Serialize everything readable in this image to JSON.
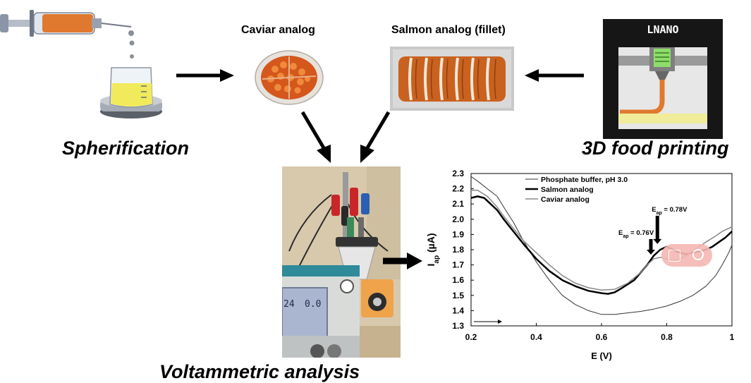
{
  "labels": {
    "spherification": "Spherification",
    "caviar": "Caviar analog",
    "salmon": "Salmon analog (fillet)",
    "printing": "3D food printing",
    "voltammetric": "Voltammetric analysis",
    "printer_brand": "LNANO",
    "display_left": "24",
    "display_right": "0.0"
  },
  "chart_data": {
    "type": "line",
    "xlabel": "E (V)",
    "ylabel_main": "I",
    "ylabel_sub": "ap",
    "ylabel_unit": "(µA)",
    "xlim": [
      0.2,
      1.0
    ],
    "ylim": [
      1.3,
      2.3
    ],
    "xticks": [
      "0.2",
      "0.4",
      "0.6",
      "0.8",
      "1"
    ],
    "yticks": [
      "1.3",
      "1.4",
      "1.5",
      "1.6",
      "1.7",
      "1.8",
      "1.9",
      "2.0",
      "2.1",
      "2.2",
      "2.3"
    ],
    "series": [
      {
        "name": "Phosphate buffer, pH 3.0",
        "color": "#333333",
        "width": 1,
        "x": [
          0.2,
          0.22,
          0.25,
          0.28,
          0.3,
          0.33,
          0.36,
          0.4,
          0.44,
          0.48,
          0.52,
          0.56,
          0.6,
          0.64,
          0.68,
          0.72,
          0.76,
          0.8,
          0.84,
          0.88,
          0.92,
          0.95,
          0.97,
          0.99,
          1.0
        ],
        "y": [
          2.28,
          2.25,
          2.2,
          2.15,
          2.08,
          1.98,
          1.86,
          1.72,
          1.6,
          1.5,
          1.44,
          1.4,
          1.375,
          1.375,
          1.385,
          1.395,
          1.41,
          1.43,
          1.46,
          1.5,
          1.56,
          1.63,
          1.7,
          1.78,
          1.83
        ]
      },
      {
        "name": "Salmon analog",
        "color": "#000000",
        "width": 2.5,
        "x": [
          0.2,
          0.22,
          0.24,
          0.26,
          0.28,
          0.3,
          0.33,
          0.36,
          0.4,
          0.44,
          0.48,
          0.52,
          0.56,
          0.6,
          0.62,
          0.64,
          0.66,
          0.7,
          0.72,
          0.74,
          0.76,
          0.78,
          0.8,
          0.82,
          0.84,
          0.86,
          0.88,
          0.9,
          0.92,
          0.94,
          0.96,
          0.98,
          1.0
        ],
        "y": [
          2.14,
          2.15,
          2.14,
          2.1,
          2.06,
          2.0,
          1.92,
          1.84,
          1.74,
          1.66,
          1.6,
          1.56,
          1.53,
          1.515,
          1.51,
          1.52,
          1.545,
          1.6,
          1.65,
          1.7,
          1.76,
          1.8,
          1.82,
          1.8,
          1.78,
          1.77,
          1.78,
          1.79,
          1.8,
          1.82,
          1.85,
          1.88,
          1.92
        ]
      },
      {
        "name": "Caviar analog",
        "color": "#888888",
        "width": 1.5,
        "x": [
          0.2,
          0.22,
          0.25,
          0.28,
          0.3,
          0.33,
          0.36,
          0.4,
          0.44,
          0.48,
          0.52,
          0.56,
          0.6,
          0.64,
          0.68,
          0.72,
          0.74,
          0.76,
          0.78,
          0.8,
          0.82,
          0.84,
          0.86,
          0.88,
          0.9,
          0.92,
          0.95,
          0.97,
          1.0
        ],
        "y": [
          2.19,
          2.19,
          2.15,
          2.08,
          2.02,
          1.94,
          1.86,
          1.78,
          1.7,
          1.63,
          1.58,
          1.55,
          1.535,
          1.54,
          1.58,
          1.65,
          1.7,
          1.74,
          1.75,
          1.74,
          1.73,
          1.74,
          1.76,
          1.79,
          1.82,
          1.85,
          1.89,
          1.92,
          1.95
        ]
      }
    ],
    "annotations": [
      {
        "main": "E",
        "sub": "ap",
        "rest": " = 0.76V",
        "x": 0.76,
        "y": 1.74
      },
      {
        "main": "E",
        "sub": "ap",
        "rest": " = 0.78V",
        "x": 0.78,
        "y": 1.81
      }
    ],
    "legend_position": "top-center",
    "grid": false
  }
}
